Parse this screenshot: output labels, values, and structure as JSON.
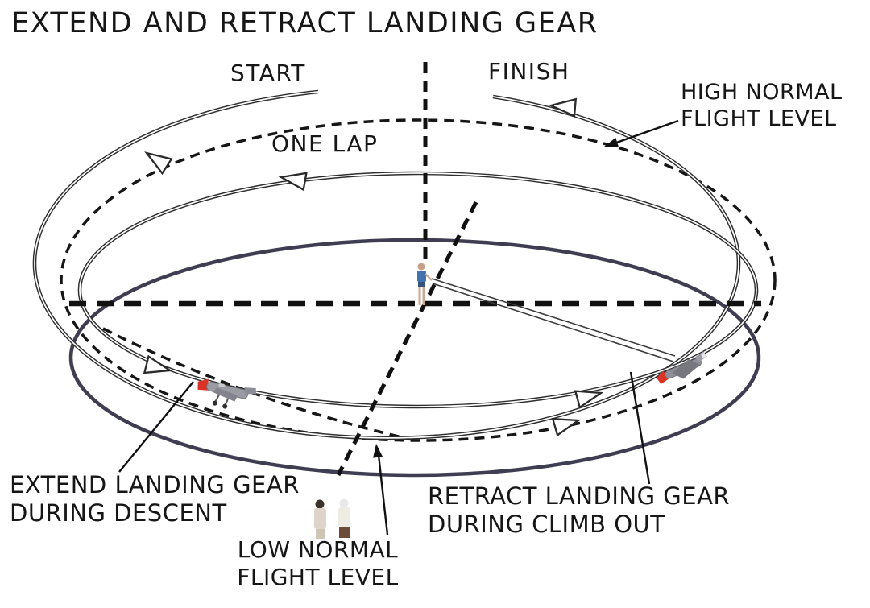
{
  "title": "EXTEND AND RETRACT LANDING GEAR",
  "diagram": {
    "labels": {
      "start": "START",
      "finish": "FINISH",
      "one_lap": "ONE LAP",
      "high_level": [
        "HIGH NORMAL",
        "FLIGHT LEVEL"
      ],
      "low_level": [
        "LOW NORMAL",
        "FLIGHT LEVEL"
      ],
      "extend": [
        "EXTEND LANDING GEAR",
        "DURING DESCENT"
      ],
      "retract": [
        "RETRACT LANDING GEAR",
        "DURING CLIMB OUT"
      ]
    },
    "icons": {
      "airplane_left": "airplane-descending-gear-extended-icon",
      "airplane_right": "airplane-climbing-icon",
      "center_figure": "pilot-in-circle-center-figure",
      "bystanders": "two-spectator-figures"
    },
    "colors": {
      "ink": "#1a1a1a",
      "base_circle": "#3f3d52",
      "flight_path": "#2e2e2e",
      "dashed_guides": "#111111",
      "airplane_red_accent": "#d93425",
      "background": "#ffffff"
    }
  }
}
